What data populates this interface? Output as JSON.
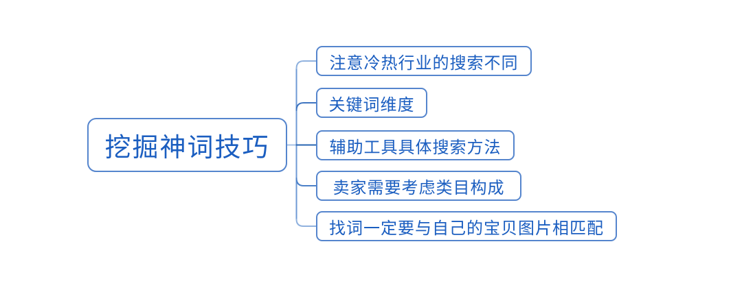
{
  "root": {
    "label": "挖掘神词技巧"
  },
  "children": [
    {
      "label": "注意冷热行业的搜索不同"
    },
    {
      "label": "关键词维度"
    },
    {
      "label": "辅助工具具体搜索方法"
    },
    {
      "label": "卖家需要考虑类目构成"
    },
    {
      "label": "找词一定要与自己的宝贝图片相匹配"
    }
  ],
  "colors": {
    "background": "#ffffff",
    "text": "#1b5ec0",
    "node_border": "#5585cd",
    "node_fill": "#ffffff",
    "root_segment": "#a5c0e6",
    "trunk": "#6e99d4",
    "branches": [
      "#8fb1de",
      "#3e74c0",
      "#2765b2",
      "#4b80c8",
      "#8fb1de"
    ]
  }
}
